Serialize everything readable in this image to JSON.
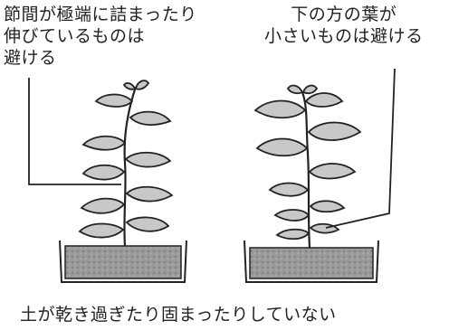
{
  "captions": {
    "left_lines": [
      "節間が極端に詰まったり",
      "伸びているものは",
      "避ける"
    ],
    "right_lines": [
      "下の方の葉が",
      "小さいものは避ける"
    ],
    "bottom": "土が乾き過ぎたり固まったりしていない"
  },
  "colors": {
    "ink": "#222222",
    "leaf_fill": "#c8c8c8",
    "soil_fill": "#9a9a9a",
    "background": "#ffffff"
  }
}
